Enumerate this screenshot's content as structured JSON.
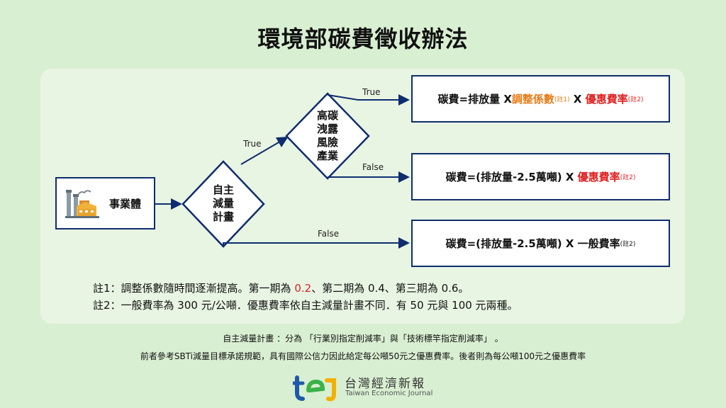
{
  "title": "環境部碳費徵收辦法",
  "entity": "事業體",
  "decisions": {
    "self": "自主\n減量\n計畫",
    "high": "高碳\n洩露\n風險\n產業"
  },
  "edges": {
    "true1": "True",
    "true2": "True",
    "false1": "False",
    "false2": "False"
  },
  "formulas": {
    "f1": {
      "base": "碳費=排放量 X ",
      "adj": "調整係數",
      "note1": "(註1)",
      "mid": " X ",
      "rate": "優惠費率",
      "note2": "(註2)"
    },
    "f2": {
      "base": "碳費=(排放量-2.5萬噸) X ",
      "rate": "優惠費率",
      "note": "(註2)"
    },
    "f3": {
      "base": "碳費=(排放量-2.5萬噸) X 一般費率",
      "note": "(註2)"
    }
  },
  "notes": {
    "n1_pre": "註1：調整係數隨時間逐漸提高。第一期為 ",
    "n1_val": "0.2",
    "n1_post": "、第二期為 0.4、第三期為 0.6。",
    "n2": "註2：一般費率為 300 元/公噸．優惠費率依自主減量計畫不同．有 50 元與 100 元兩種。"
  },
  "footer": {
    "line1": "自主減量計畫 ：分為 「行業別指定削減率」與「技術標竿指定削減率」 。",
    "line2": "前者參考SBTi減量目標承諾規範，具有國際公信力因此給定每公噸50元之優惠費率。後者則為每公噸100元之優惠費率"
  },
  "brand": {
    "cn": "台灣經濟新報",
    "en": "Taiwan Economic Journal"
  },
  "colors": {
    "border": "#0f2d6e",
    "orange": "#e87a14",
    "red": "#e02020",
    "background": "#d9efd2"
  }
}
